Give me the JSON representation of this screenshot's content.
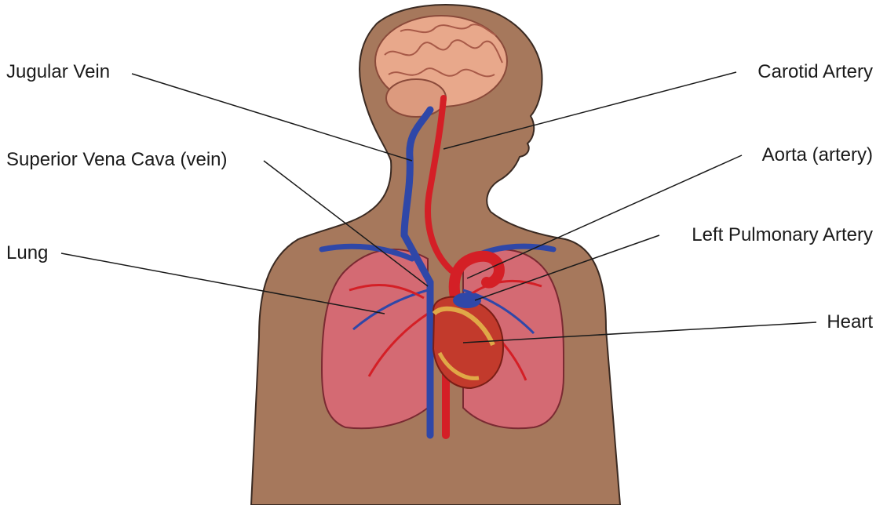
{
  "labels": {
    "jugular_vein": "Jugular Vein",
    "superior_vena_cava": "Superior Vena Cava (vein)",
    "lung": "Lung",
    "carotid_artery": "Carotid Artery",
    "aorta": "Aorta (artery)",
    "left_pulmonary_artery": "Left Pulmonary Artery",
    "heart": "Heart"
  },
  "colors": {
    "skin": "#a6785c",
    "skin_outline": "#3a2a22",
    "lung": "#d46a73",
    "artery": "#d41f26",
    "vein": "#2f47a8",
    "heart": "#c23a2c",
    "fat": "#e0a847",
    "brain": "#e8a88b"
  }
}
